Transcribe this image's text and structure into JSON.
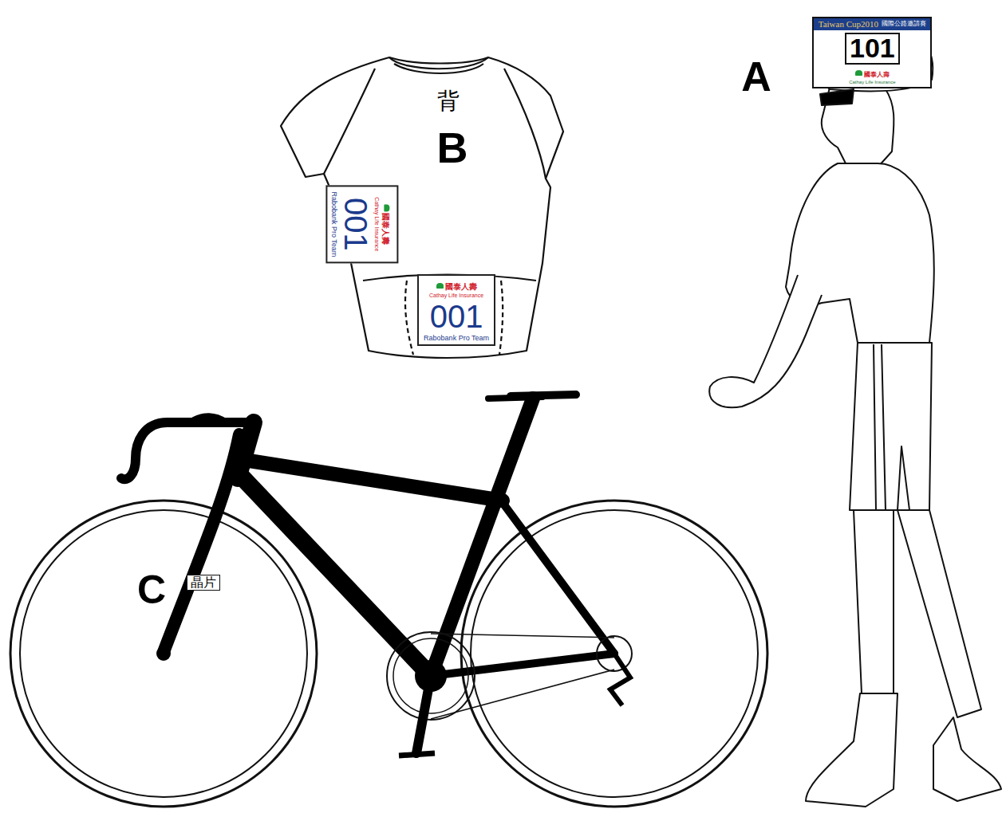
{
  "diagram": {
    "nodes": [
      {
        "text": [
          "Taiwan Cup2010",
          "國際公路邀請賽",
          "101",
          "國泰人壽",
          "Cathay Life Insurance"
        ]
      },
      {
        "text": [
          "國泰人壽",
          "Cathay Life Insurance",
          "001",
          "Rabobank Pro Team"
        ]
      },
      {
        "text": [
          "國泰人壽",
          "Cathay Life Insurance",
          "001",
          "Rabobank Pro Team"
        ]
      },
      {
        "text": [
          "晶片"
        ]
      }
    ],
    "labels": [
      "A",
      "背",
      "B",
      "C"
    ]
  }
}
